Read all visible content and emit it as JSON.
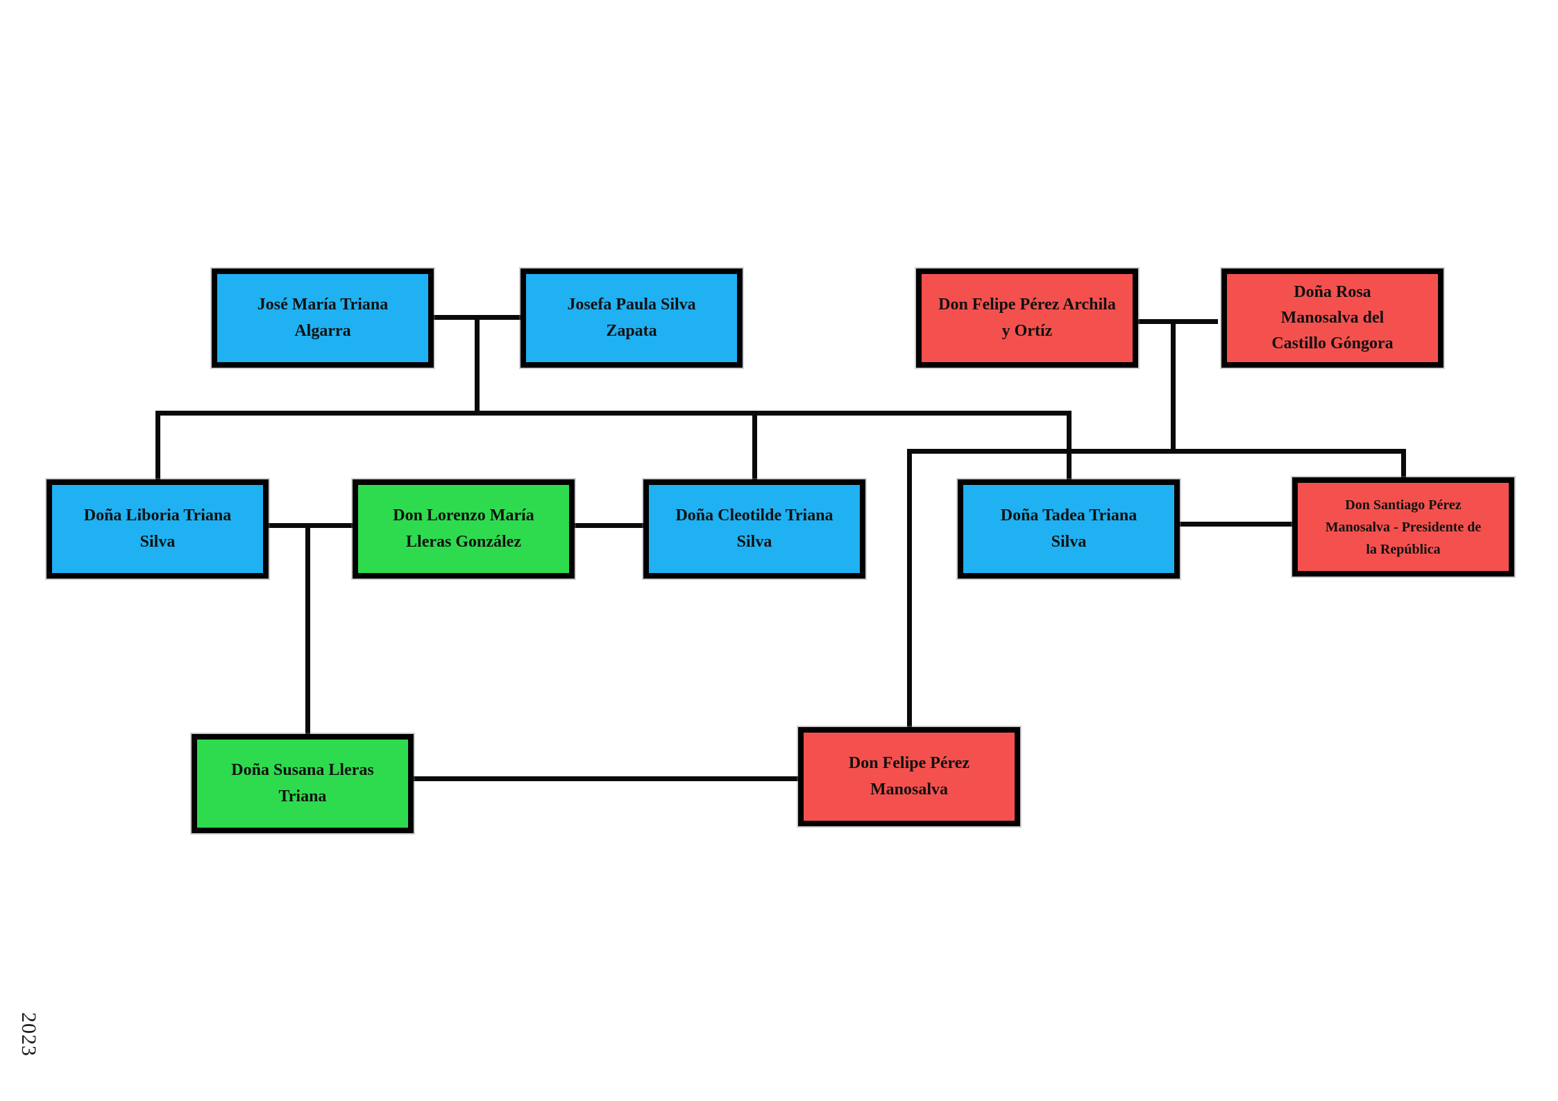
{
  "page": {
    "year_label": "2023"
  },
  "palette": {
    "blue": "#1FB1F2",
    "green": "#2EDB4E",
    "red": "#F4514E",
    "line": "#0A0A0A",
    "background": "#FFFFFF",
    "text": "#111111"
  },
  "tree": {
    "nodes": [
      {
        "id": "jose-maria-triana-algarra",
        "name": "José María Triana\nAlgarra",
        "color": "blue"
      },
      {
        "id": "josefa-paula-silva-zapata",
        "name": "Josefa Paula Silva\nZapata",
        "color": "blue"
      },
      {
        "id": "felipe-perez-archila-y-ortiz",
        "name": "Don Felipe Pérez Archila\ny Ortíz",
        "color": "red"
      },
      {
        "id": "rosa-manosalva-del-castillo-gongora",
        "name": "Doña Rosa\nManosalva del\nCastillo Góngora",
        "color": "red"
      },
      {
        "id": "liboria-triana-silva",
        "name": "Doña Liboria Triana\nSilva",
        "color": "blue"
      },
      {
        "id": "lorenzo-maria-lleras-gonzalez",
        "name": "Don Lorenzo María\nLleras González",
        "color": "green"
      },
      {
        "id": "cleotilde-triana-silva",
        "name": "Doña Cleotilde Triana\nSilva",
        "color": "blue"
      },
      {
        "id": "tadea-triana-silva",
        "name": "Doña Tadea Triana\nSilva",
        "color": "blue"
      },
      {
        "id": "santiago-perez-manosalva-presidente",
        "name": "Don Santiago Pérez\nManosalva - Presidente de\nla República",
        "color": "red"
      },
      {
        "id": "susana-lleras-triana",
        "name": "Doña Susana Lleras\nTriana",
        "color": "green"
      },
      {
        "id": "felipe-perez-manosalva",
        "name": "Don Felipe Pérez\nManosalva",
        "color": "red"
      }
    ]
  }
}
